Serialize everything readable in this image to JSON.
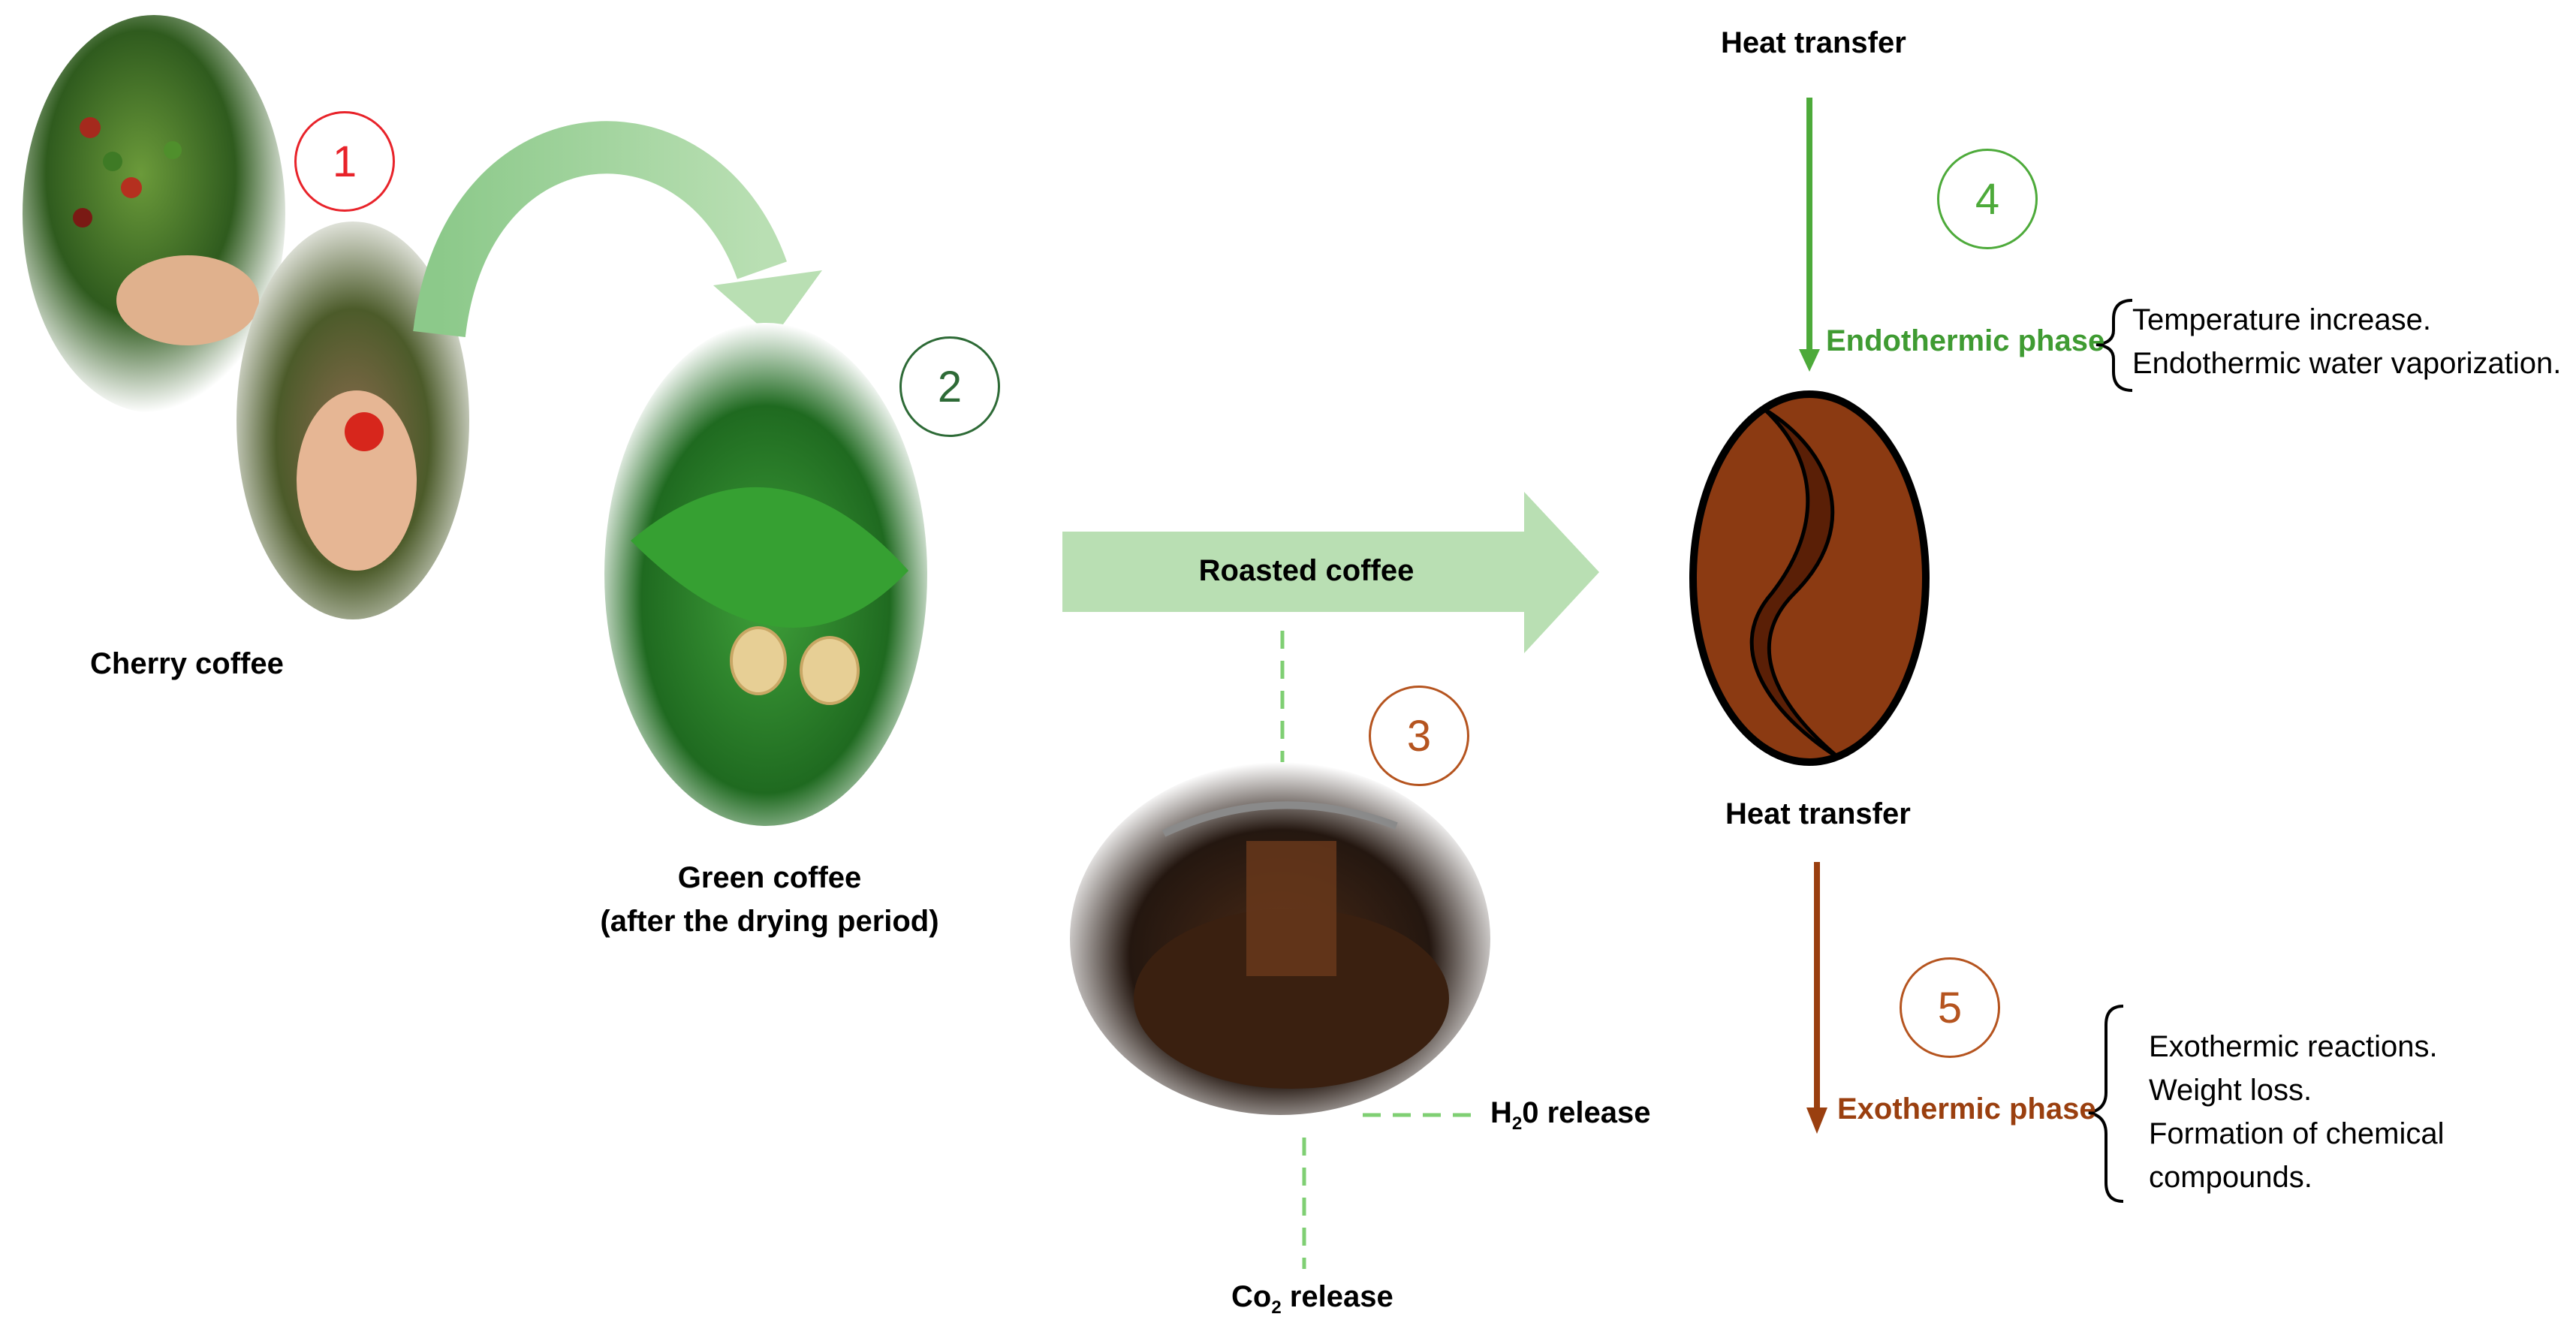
{
  "steps": [
    {
      "number": "1",
      "label": "Cherry coffee",
      "color": "#e8232a"
    },
    {
      "number": "2",
      "label_line1": "Green coffee",
      "label_line2": "(after the drying period)",
      "color": "#2d6a36"
    },
    {
      "number": "3",
      "color": "#b5541f"
    },
    {
      "number": "4",
      "color": "#4daa3a"
    },
    {
      "number": "5",
      "color": "#b5541f"
    }
  ],
  "roast_arrow": {
    "label": "Roasted coffee",
    "color": "#b9dfb3"
  },
  "releases": {
    "h2o_prefix": "H",
    "h2o_sub": "2",
    "h2o_suffix": "0  release",
    "co2_prefix": "Co",
    "co2_sub": "2",
    "co2_suffix": " release",
    "line_color": "#7fcf73"
  },
  "heat_transfer_top": "Heat transfer",
  "heat_transfer_bottom": "Heat transfer",
  "endothermic": {
    "label": "Endothermic phase",
    "color": "#3f9b32",
    "items": [
      "Temperature increase.",
      "Endothermic water vaporization."
    ]
  },
  "exothermic": {
    "label": "Exothermic phase",
    "color": "#9a3f0f",
    "items": [
      "Exothermic reactions.",
      "Weight loss.",
      "Formation of chemical",
      "compounds."
    ]
  },
  "bean_colors": {
    "body": "#8b3a12",
    "crease": "#5a1f06",
    "outline": "#000000"
  }
}
